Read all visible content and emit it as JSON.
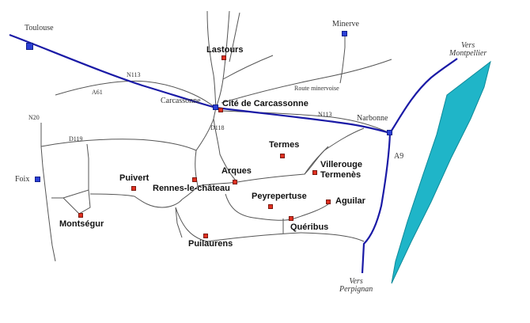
{
  "colors": {
    "background": "#ffffff",
    "motorway": "#1a1aa6",
    "road": "#555555",
    "sea": "#1fb5c8",
    "castle_marker": "#e03020",
    "city_marker": "#2b3fd6"
  },
  "cities": {
    "toulouse": "Toulouse",
    "minerve": "Minerve",
    "carcassonne": "Carcassonne",
    "narbonne": "Narbonne",
    "foix": "Foix"
  },
  "castles": {
    "lastours": "Lastours",
    "cite": "Cité de Carcassonne",
    "termes": "Termes",
    "villerouge_1": "Villerouge",
    "villerouge_2": "Termenès",
    "arques": "Arques",
    "puivert": "Puivert",
    "rennes": "Rennes-le-château",
    "peyrepertuse": "Peyrepertuse",
    "aguilar": "Aguilar",
    "queribus": "Quéribus",
    "montsegur": "Montségur",
    "puilaurens": "Puilaurens"
  },
  "roads": {
    "n113_west": "N113",
    "n113_east": "N113",
    "a61": "A61",
    "n20": "N20",
    "d118": "D118",
    "d119": "D119",
    "a9": "A9",
    "route_minervoise": "Route minervoise"
  },
  "directions": {
    "montpellier_1": "Vers",
    "montpellier_2": "Montpellier",
    "perpignan_1": "Vers",
    "perpignan_2": "Perpignan"
  }
}
